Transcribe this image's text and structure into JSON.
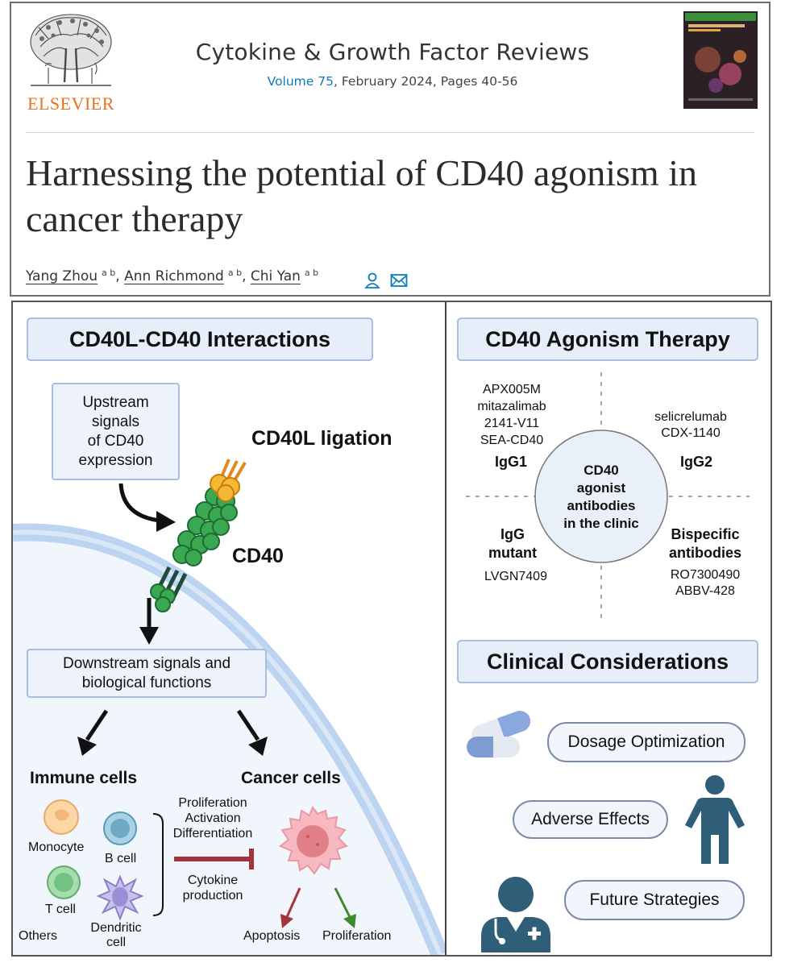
{
  "journal": {
    "name": "Cytokine & Growth Factor Reviews",
    "volume": "Volume 75",
    "issue_details": ", February 2024, Pages 40-56",
    "publisher_logo_text": "ELSEVIER"
  },
  "article": {
    "title": "Harnessing the potential of CD40 agonism in cancer therapy",
    "authors": [
      {
        "name": "Yang Zhou",
        "affiliations": "a b"
      },
      {
        "name": "Ann Richmond",
        "affiliations": "a b"
      },
      {
        "name": "Chi Yan",
        "affiliations": "a b"
      }
    ]
  },
  "left_panel": {
    "title": "CD40L-CD40 Interactions",
    "upstream_box": "Upstream\nsignals\nof CD40\nexpression",
    "ligation_label": "CD40L ligation",
    "cd40_label": "CD40",
    "downstream_box": "Downstream signals and\nbiological functions",
    "immune_heading": "Immune cells",
    "cancer_heading": "Cancer cells",
    "immune_cells": {
      "monocyte": "Monocyte",
      "b_cell": "B cell",
      "t_cell": "T cell",
      "dendritic": "Dendritic\ncell",
      "others": "Others"
    },
    "functions": "Proliferation\nActivation\nDifferentiation",
    "cytokine": "Cytokine\nproduction",
    "apoptosis": "Apoptosis",
    "proliferation": "Proliferation"
  },
  "right_panel": {
    "therapy_title": "CD40 Agonism Therapy",
    "center_label": "CD40\nagonist\nantibodies\nin the clinic",
    "igg1_drugs": "APX005M\nmitazalimab\n2141-V11\nSEA-CD40",
    "igg1_label": "IgG1",
    "igg2_drugs": "selicrelumab\nCDX-1140",
    "igg2_label": "IgG2",
    "mutant_label": "IgG\nmutant",
    "mutant_drugs": "LVGN7409",
    "bispecific_label": "Bispecific\nantibodies",
    "bispecific_drugs": "RO7300490\nABBV-428",
    "clinical_title": "Clinical Considerations",
    "dosage": "Dosage Optimization",
    "adverse": "Adverse Effects",
    "future": "Future Strategies"
  },
  "colors": {
    "link_blue": "#0c7dbb",
    "elsevier_orange": "#e9711c",
    "title_box_fill": "#e6eef9",
    "membrane_blue": "#bcd4ef",
    "cd40_green": "#3aa851",
    "cd40l_orange": "#f7b733",
    "inhibit_red": "#a3343e",
    "person_teal": "#2f5f78"
  },
  "icons": [
    "elsevier-tree-logo",
    "journal-cover",
    "person-icon",
    "mail-icon",
    "pill-capsule-icon",
    "person-figure-icon",
    "doctor-icon"
  ]
}
